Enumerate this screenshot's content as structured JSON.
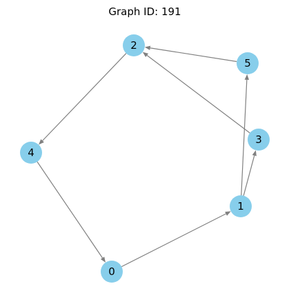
{
  "title": "Graph ID: 191",
  "colors": {
    "node_fill": "#87ceeb",
    "edge": "#808080",
    "background": "#ffffff"
  },
  "graph": {
    "directed": true,
    "nodes": [
      {
        "id": "0",
        "label": "0"
      },
      {
        "id": "1",
        "label": "1"
      },
      {
        "id": "2",
        "label": "2"
      },
      {
        "id": "3",
        "label": "3"
      },
      {
        "id": "4",
        "label": "4"
      },
      {
        "id": "5",
        "label": "5"
      }
    ],
    "edges": [
      {
        "from": "0",
        "to": "1"
      },
      {
        "from": "1",
        "to": "3"
      },
      {
        "from": "1",
        "to": "5"
      },
      {
        "from": "2",
        "to": "4"
      },
      {
        "from": "3",
        "to": "2"
      },
      {
        "from": "4",
        "to": "0"
      },
      {
        "from": "5",
        "to": "2"
      }
    ]
  }
}
